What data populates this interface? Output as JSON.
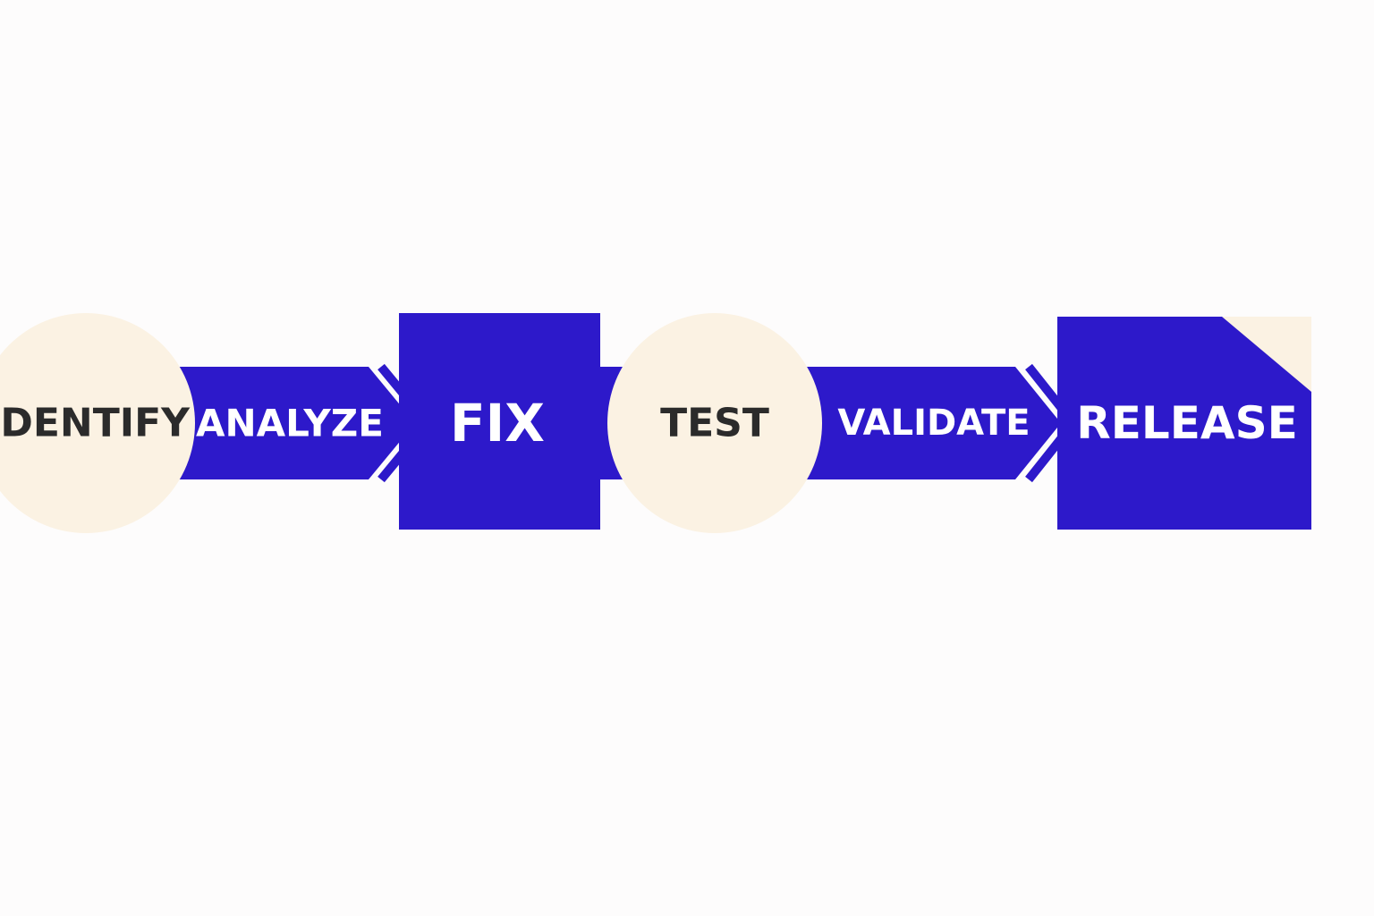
{
  "diagram": {
    "steps": [
      {
        "label": "IDENTIFY",
        "shape": "circle"
      },
      {
        "label": "ANALYZE",
        "shape": "arrow"
      },
      {
        "label": "FIX",
        "shape": "square"
      },
      {
        "label": "TEST",
        "shape": "circle"
      },
      {
        "label": "VALIDATE",
        "shape": "arrow"
      },
      {
        "label": "RELEASE",
        "shape": "square-folded"
      }
    ],
    "colors": {
      "background": "#fdfcfc",
      "primary": "#2d19ca",
      "circle_fill": "#fbf2e3",
      "dark_text": "#2b2b2b",
      "light_text": "#ffffff"
    }
  }
}
